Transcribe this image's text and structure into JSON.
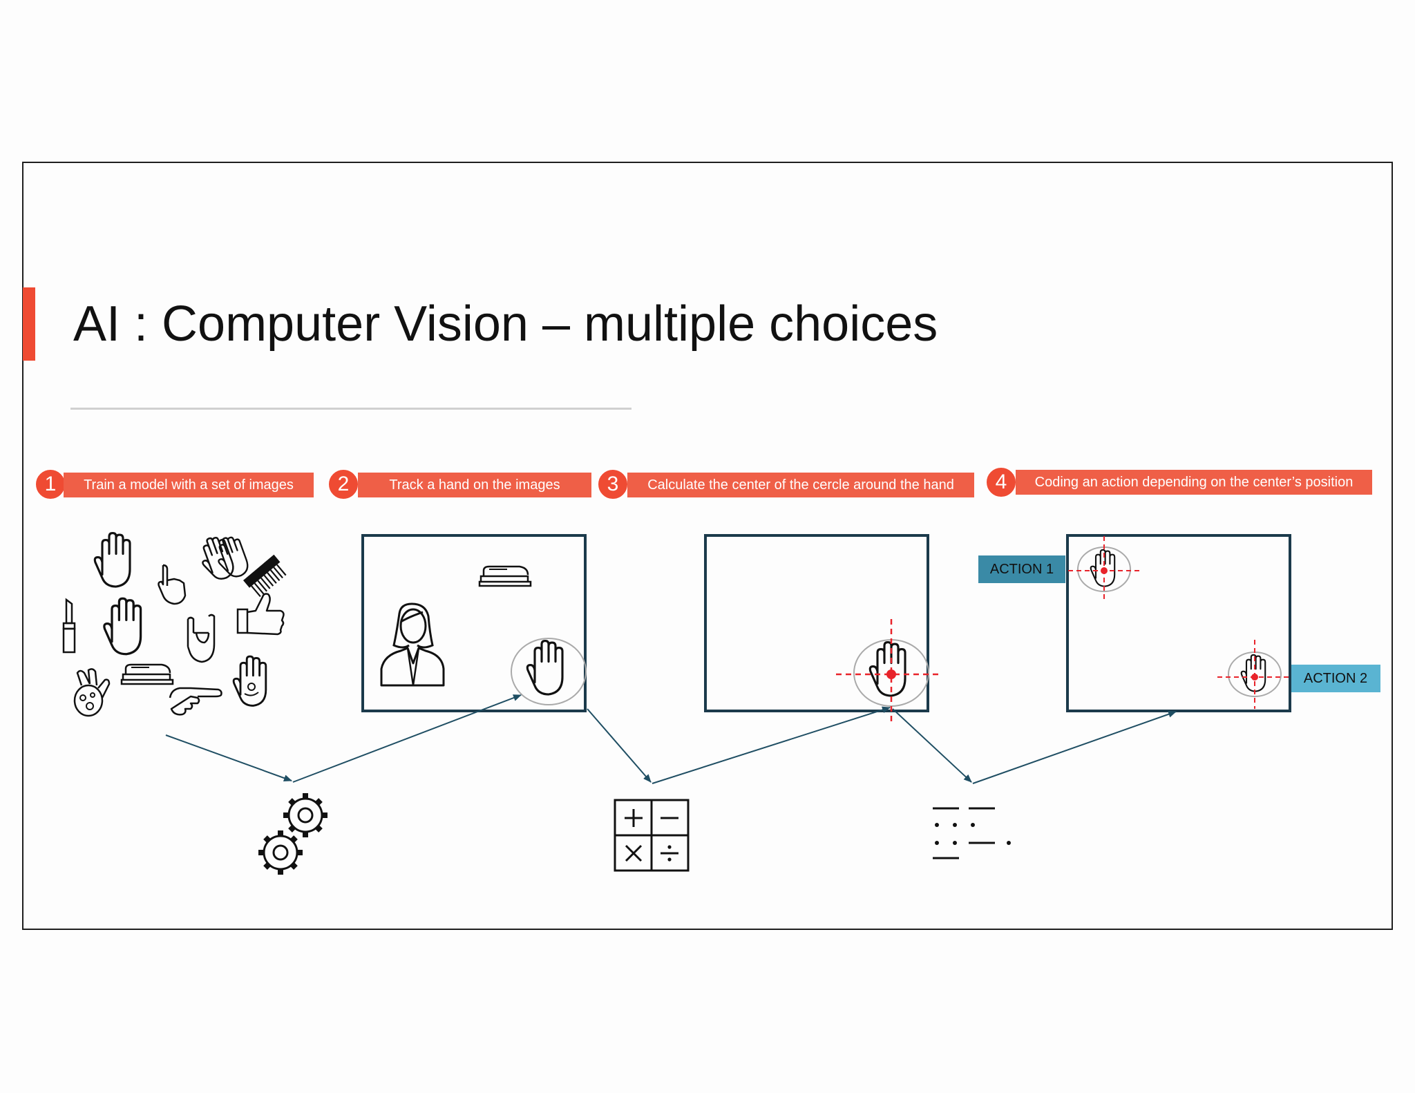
{
  "title": "AI : Computer Vision – multiple choices",
  "steps": [
    {
      "number": "1",
      "label": "Train a model with a set of images"
    },
    {
      "number": "2",
      "label": "Track a hand on the images"
    },
    {
      "number": "3",
      "label": "Calculate the center of the cercle around the hand"
    },
    {
      "number": "4",
      "label": "Coding an action depending on the center’s position"
    }
  ],
  "actions": [
    "ACTION 1",
    "ACTION 2"
  ],
  "colors": {
    "accent": "#ef4b33",
    "step_label": "#ef5f47",
    "frame": "#1b3a4b",
    "arrow": "#1f4e63",
    "crosshair": "#e8232a",
    "action1": "#3a8aa6",
    "action2": "#5ab4d2"
  },
  "icons": [
    "hand-icon",
    "pointing-hand-icon",
    "waving-hands-icon",
    "comb-icon",
    "lipstick-icon",
    "rock-hand-icon",
    "thumbs-up-icon",
    "stapler-icon",
    "painted-hand-icon",
    "pointing-right-hand-icon",
    "gears-icon",
    "calculator-icon",
    "code-icon",
    "woman-avatar-icon"
  ]
}
